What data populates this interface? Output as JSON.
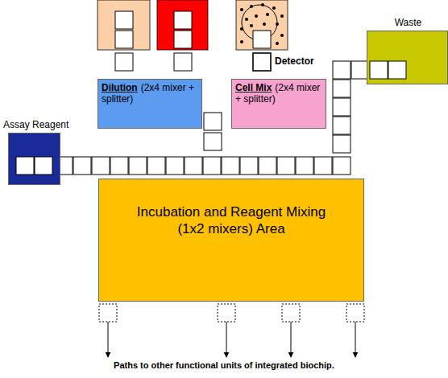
{
  "diagram": {
    "caption": "Paths to other functional units of integrated biochip.",
    "nodes": [
      {
        "text": [
          "Dilution",
          "(2x4 mixer + splitter)"
        ]
      },
      {
        "text": [
          "Cell Mix",
          "(2x4 mixer + splitter)"
        ]
      },
      {
        "text": [
          "Waste"
        ]
      },
      {
        "text": [
          "Assay Reagent"
        ]
      },
      {
        "text": [
          "Incubation and Reagent Mixing (1x2 mixers) Area"
        ]
      }
    ],
    "labels": [
      "Detector"
    ]
  }
}
